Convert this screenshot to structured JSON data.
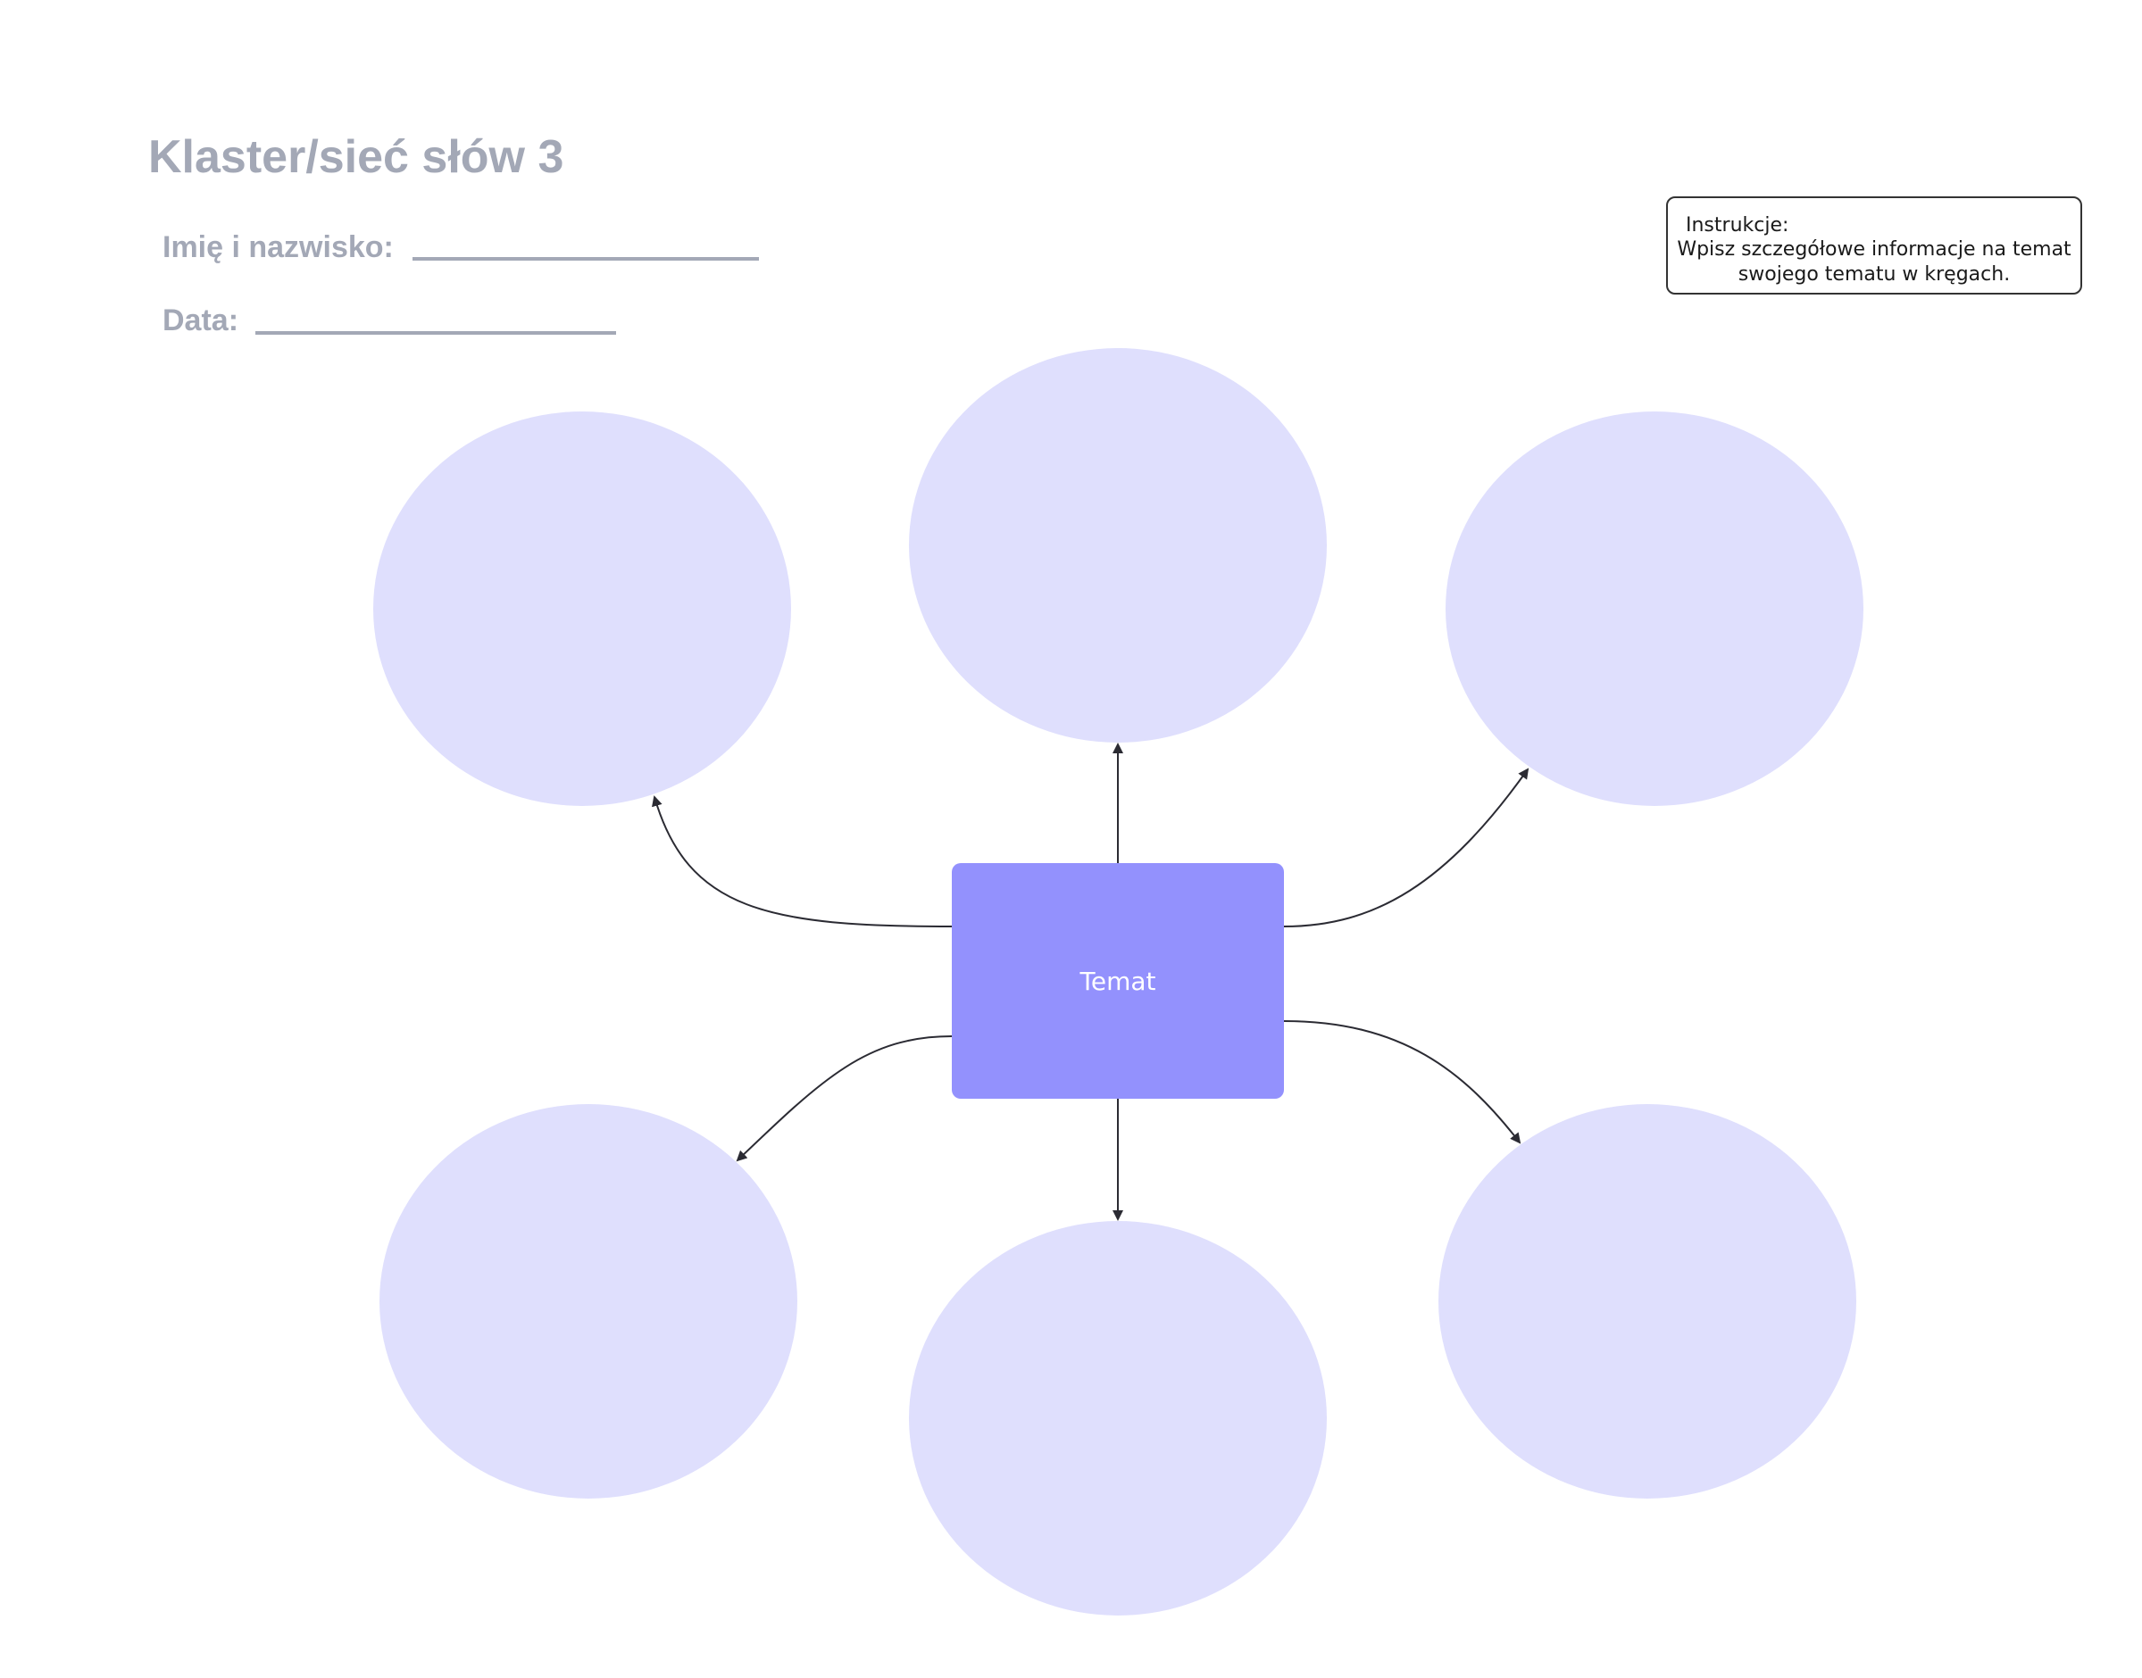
{
  "title": "Klaster/sieć słów 3",
  "fields": {
    "name_label": "Imię i nazwisko:",
    "date_label": "Data:"
  },
  "instructions": {
    "heading": "Instrukcje:",
    "body": "Wpisz szczegółowe informacje na temat swojego tematu w kręgach."
  },
  "center_topic": "Temat",
  "colors": {
    "circle_fill": "#dfdffd",
    "center_fill": "#9391fd",
    "arrow": "#2b2b33",
    "muted_text": "#a3a8b6"
  }
}
